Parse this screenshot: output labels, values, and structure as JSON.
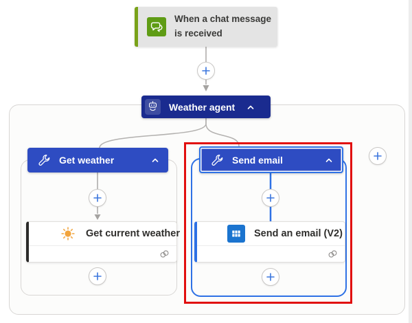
{
  "flow": {
    "trigger": {
      "title": "When a chat message is received"
    },
    "agent": {
      "title": "Weather agent"
    },
    "tools": [
      {
        "header": "Get weather",
        "action": {
          "title": "Get current weather"
        }
      },
      {
        "header": "Send email",
        "action": {
          "title": "Send an email (V2)"
        }
      }
    ]
  },
  "icons": {
    "trigger": "chat-bubbles",
    "agent": "robot-head",
    "tool_header": "wrench",
    "weather_action": "sun",
    "email_action": "outlook-envelope",
    "card_footer": "connection-linked-circles",
    "collapse": "chevron-up",
    "insert": "plus-circle"
  },
  "colors": {
    "trigger_bg": "#e4e4e4",
    "trigger_green_bar": "#7aa21a",
    "trigger_icon_green": "#5f9c15",
    "agent_navy": "#1a2b8f",
    "tool_header_blue": "#2e4cc2",
    "selection_blue": "#2e71e5",
    "outlook_blue": "#1b74cf",
    "sun_orange": "#f2a43c",
    "connector_gray": "#aaa8a6",
    "container_border": "#d8d6d4",
    "annotation_red": "#e10e0e",
    "plus_blue": "#3b76dd"
  }
}
